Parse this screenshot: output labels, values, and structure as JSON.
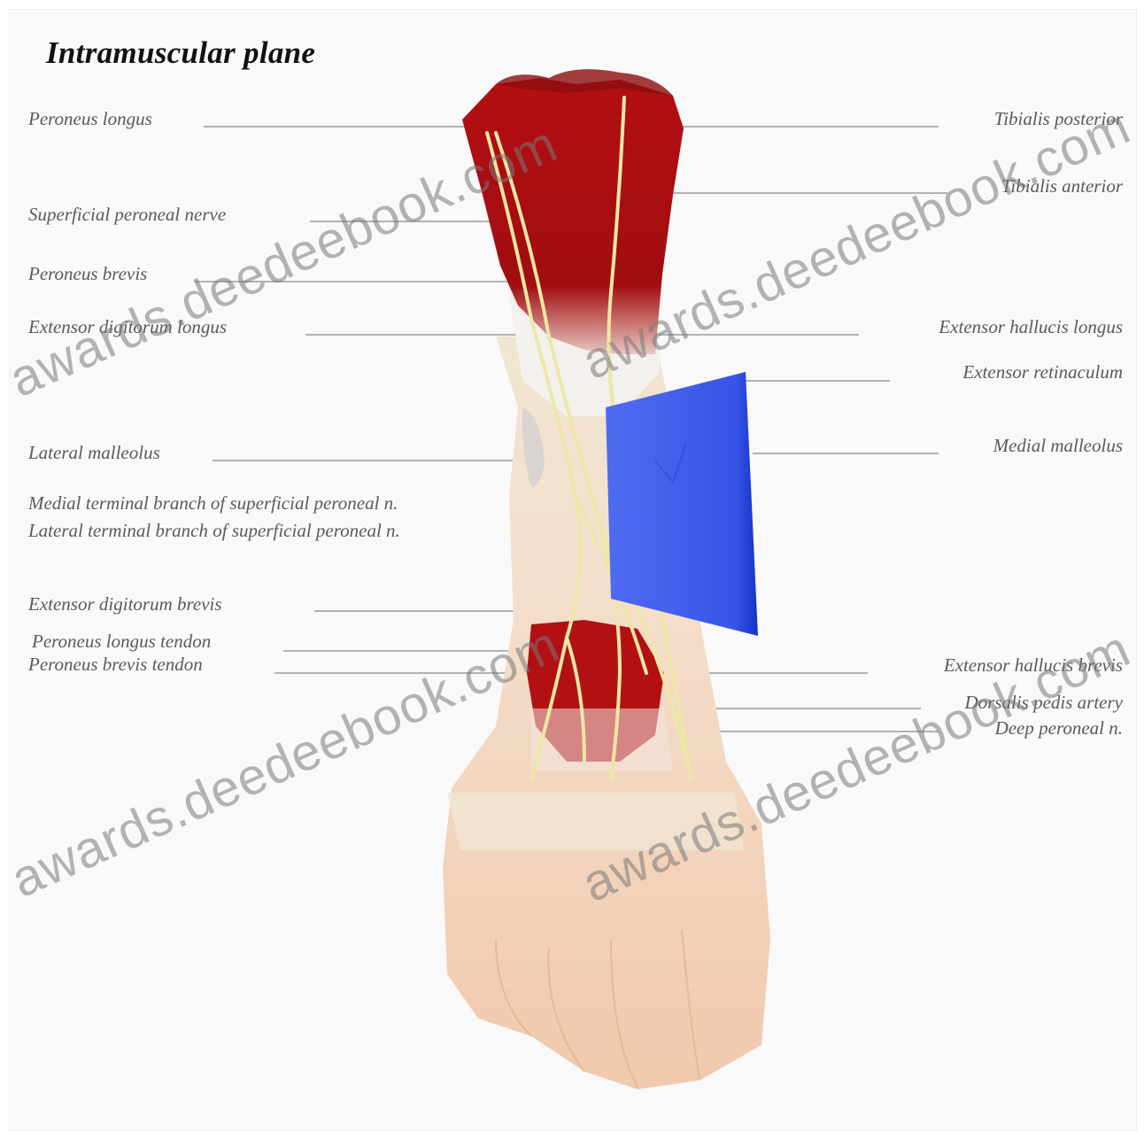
{
  "title": "Intramuscular plane",
  "left_labels": [
    "Peroneus longus",
    "Superficial peroneal nerve",
    "Peroneus brevis",
    "Extensor digitorum longus",
    "Lateral malleolus",
    "Medial terminal branch of superficial peroneal n.",
    "Lateral terminal branch of superficial peroneal n.",
    "Extensor digitorum brevis",
    "Peroneus longus tendon",
    "Peroneus brevis tendon"
  ],
  "right_labels": [
    "Tibialis posterior",
    "Tibialis anterior",
    "Extensor hallucis longus",
    "Extensor retinaculum",
    "Medial malleolus",
    "Extensor hallucis brevis",
    "Dorsalis pedis artery",
    "Deep peroneal n."
  ],
  "watermark": "awards.deedeebook.com",
  "colors": {
    "muscle": "#b01012",
    "retinaculum": "#2f4fe0",
    "nerve": "#ece7a8",
    "skin": "#f4dcc3",
    "leader_line": "#9a9a9a"
  }
}
